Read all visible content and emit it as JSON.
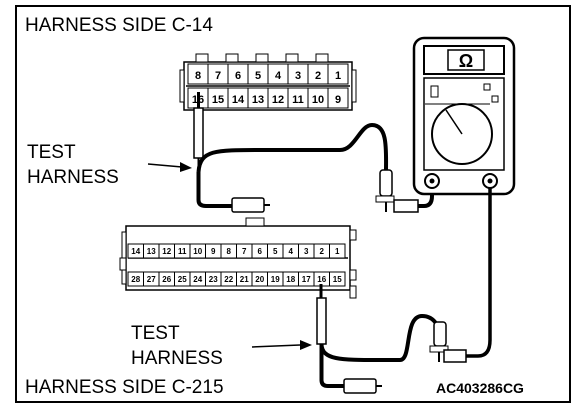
{
  "labels": {
    "top_harness": "HARNESS SIDE C-14",
    "bottom_harness": "HARNESS SIDE C-215",
    "test_harness_top_1": "TEST",
    "test_harness_top_2": "HARNESS",
    "test_harness_bottom_1": "TEST",
    "test_harness_bottom_2": "HARNESS",
    "figure_code": "AC403286CG",
    "ohm_symbol": "Ω"
  },
  "c14": {
    "top_row": [
      "8",
      "7",
      "6",
      "5",
      "4",
      "3",
      "2",
      "1"
    ],
    "bottom_row": [
      "16",
      "15",
      "14",
      "13",
      "12",
      "11",
      "10",
      "9"
    ]
  },
  "c215": {
    "top_row": [
      "14",
      "13",
      "12",
      "11",
      "10",
      "9",
      "8",
      "7",
      "6",
      "5",
      "4",
      "3",
      "2",
      "1"
    ],
    "bottom_row": [
      "28",
      "27",
      "26",
      "25",
      "24",
      "23",
      "22",
      "21",
      "20",
      "19",
      "18",
      "17",
      "16",
      "15"
    ]
  }
}
